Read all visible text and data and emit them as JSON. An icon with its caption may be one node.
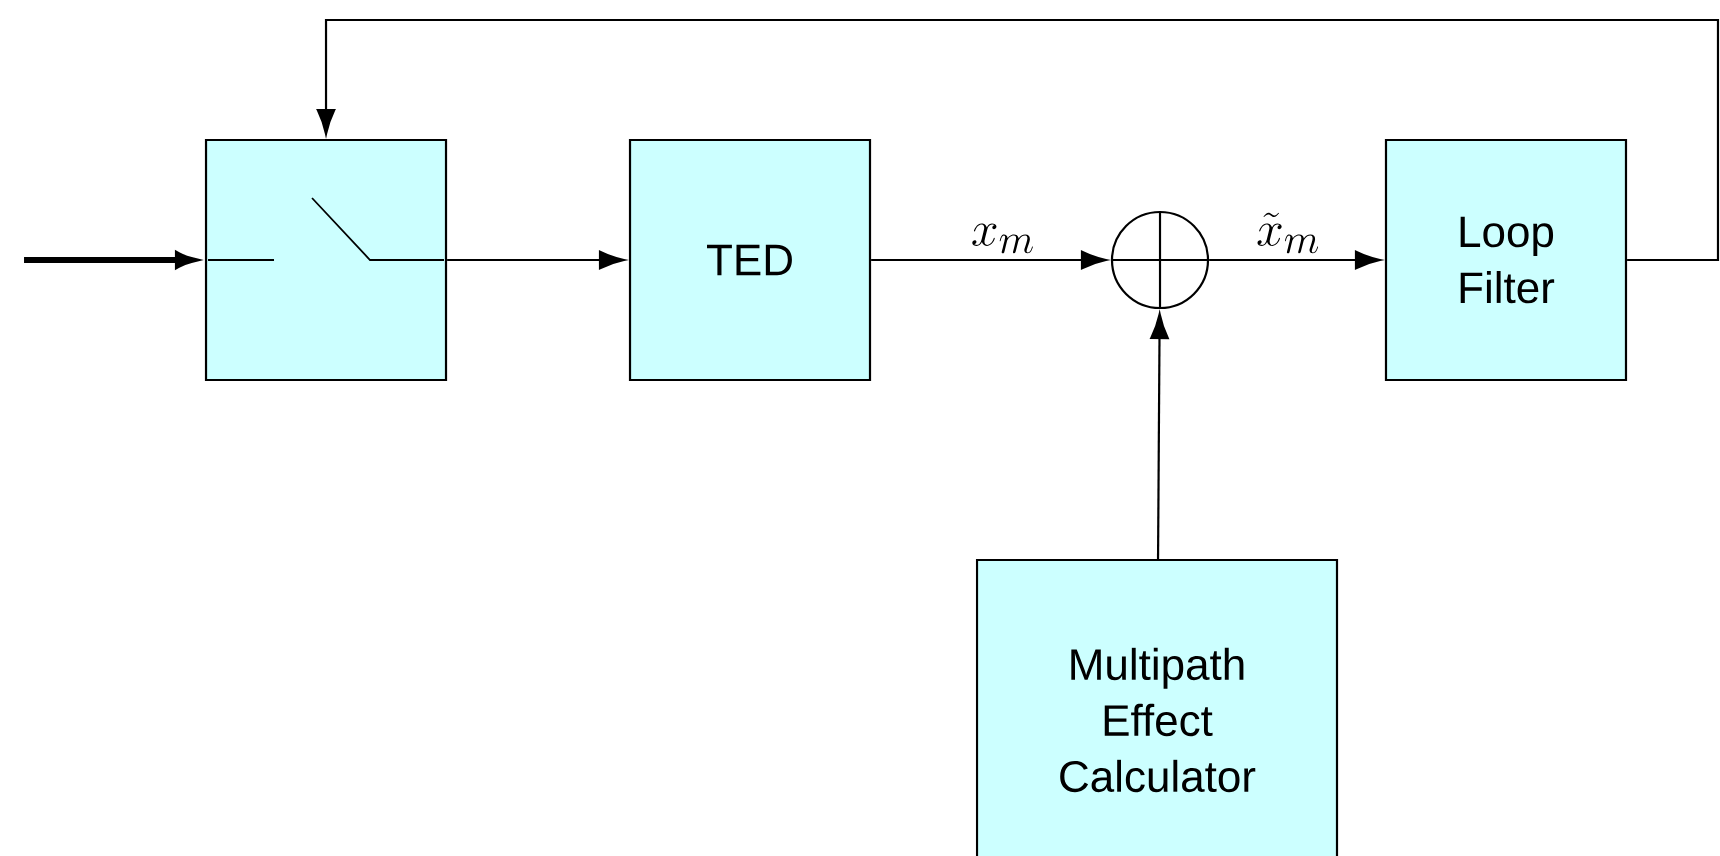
{
  "diagram": {
    "nodes": [
      {
        "text": [],
        "shape": "box"
      },
      {
        "text": [
          "TED"
        ]
      },
      {
        "text": [],
        "shape": "circle"
      },
      {
        "text": [
          "Loop Filter"
        ]
      },
      {
        "text": [
          "Multipath Effect Calculator"
        ]
      }
    ],
    "edges": [
      {
        "from": null,
        "to": 0,
        "arrow": "to",
        "style": "thick"
      },
      {
        "from": 0,
        "to": 1,
        "arrow": "to"
      },
      {
        "from": 1,
        "to": 2,
        "arrow": "to",
        "label": "x_m"
      },
      {
        "from": 2,
        "to": 3,
        "arrow": "to",
        "label": "\\tilde{x}_m"
      },
      {
        "from": 4,
        "to": 2,
        "arrow": "to"
      },
      {
        "from": 3,
        "to": 0,
        "arrow": "to"
      }
    ]
  }
}
